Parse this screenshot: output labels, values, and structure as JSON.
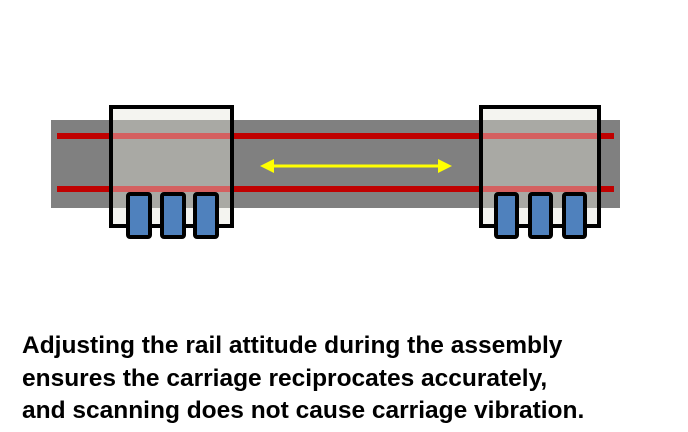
{
  "diagram": {
    "colors": {
      "rail": "#808080",
      "rail_line": "#c00000",
      "carriage_fill": "#f4f4f0",
      "carriage_overlay": "#a9a9a4",
      "roller": "#4f81bd",
      "arrow": "#ffff00"
    },
    "arrow": "double-headed"
  },
  "caption": {
    "lines": [
      "Adjusting the rail attitude during the assembly",
      "ensures the carriage reciprocates accurately,",
      "and scanning does not cause carriage vibration."
    ]
  }
}
